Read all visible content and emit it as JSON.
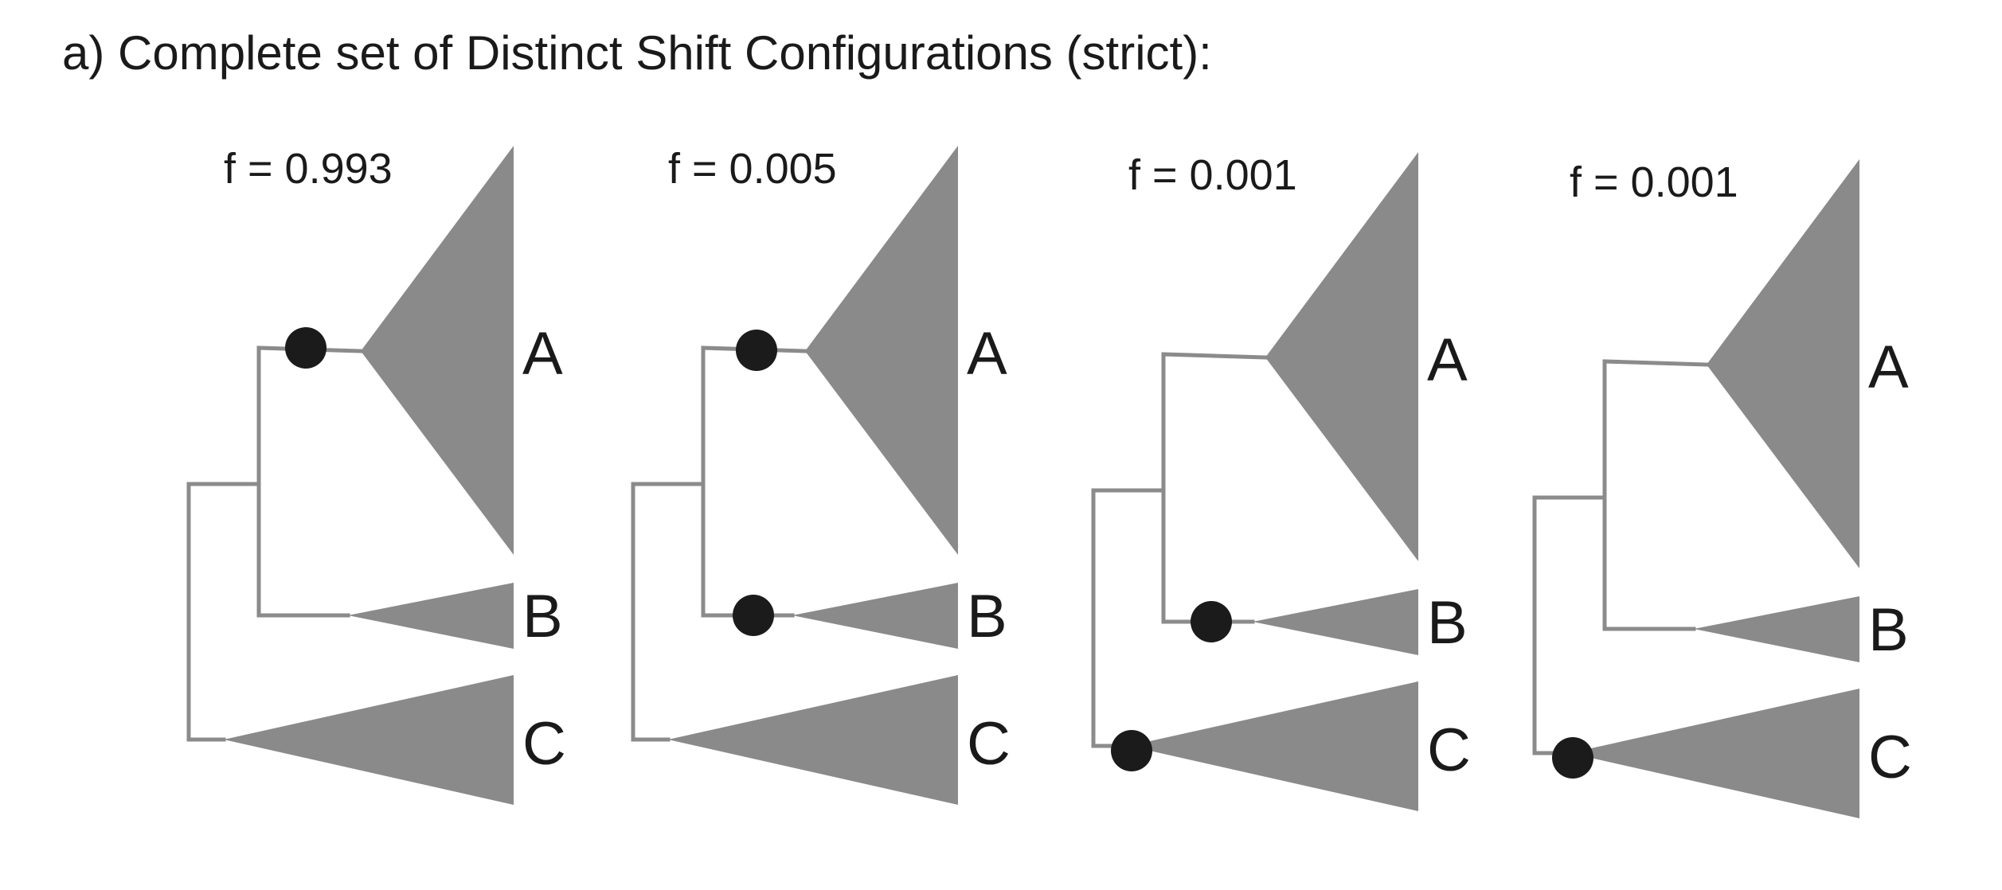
{
  "title": "a) Complete set of Distinct Shift Configurations (strict):",
  "colors": {
    "branch": "#8a8b8a",
    "clade": "#898a89",
    "shift_marker": "#1b1b1b",
    "text": "#1a1a1a"
  },
  "configurations": [
    {
      "frequency_label": "f = 0.993",
      "tips": [
        "A",
        "B",
        "C"
      ],
      "shifts": [
        "A"
      ]
    },
    {
      "frequency_label": "f = 0.005",
      "tips": [
        "A",
        "B",
        "C"
      ],
      "shifts": [
        "A",
        "B"
      ]
    },
    {
      "frequency_label": "f = 0.001",
      "tips": [
        "A",
        "B",
        "C"
      ],
      "shifts": [
        "B",
        "C"
      ]
    },
    {
      "frequency_label": "f = 0.001",
      "tips": [
        "A",
        "B",
        "C"
      ],
      "shifts": [
        "C"
      ]
    }
  ]
}
